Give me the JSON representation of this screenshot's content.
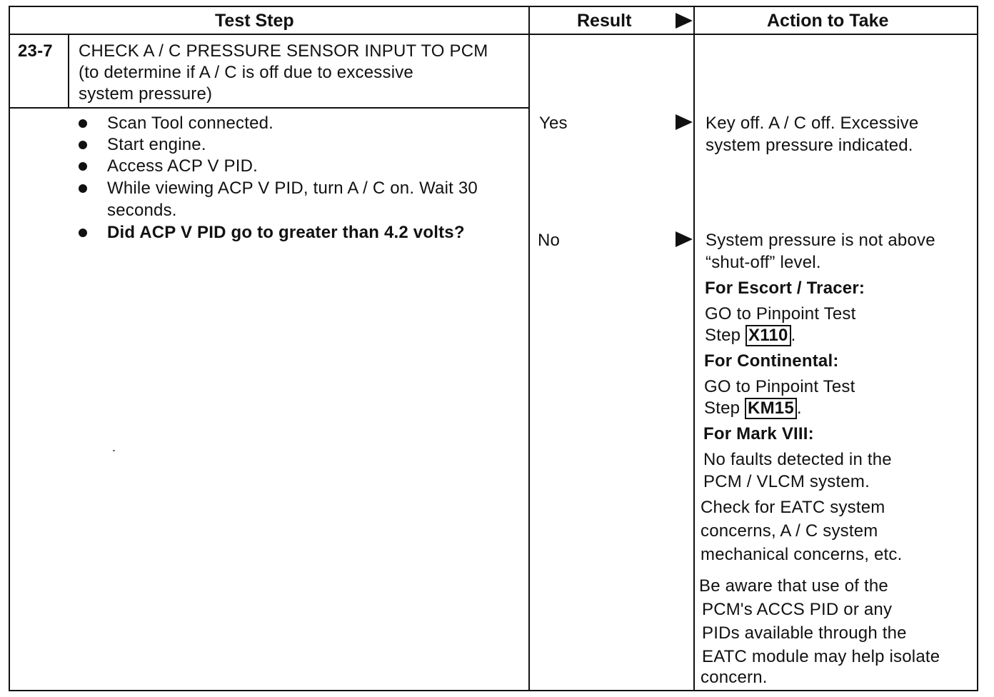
{
  "header": {
    "test_step": "Test Step",
    "result": "Result",
    "action": "Action to Take"
  },
  "step": {
    "number": "23-7",
    "title_lines": [
      "CHECK A / C PRESSURE SENSOR INPUT TO PCM",
      "(to determine if A / C is off due to excessive",
      "system pressure)"
    ],
    "bullets": [
      "Scan Tool connected.",
      "Start engine.",
      "Access ACP V PID.",
      "While viewing ACP V PID, turn A / C on. Wait 30",
      "Did ACP V PID go to greater than 4.2 volts?"
    ],
    "bullet_continuation": "seconds."
  },
  "results": {
    "yes": "Yes",
    "no": "No"
  },
  "actions": {
    "yes_lines": [
      "Key off. A / C off. Excessive",
      "system pressure indicated."
    ],
    "no_lines": [
      "System pressure is not above",
      "“shut-off” level."
    ],
    "escort_heading": "For Escort / Tracer:",
    "escort_goto": "GO to Pinpoint Test",
    "escort_step_prefix": "Step",
    "escort_step_code": "X110",
    "continental_heading": "For Continental:",
    "continental_goto": "GO to Pinpoint Test",
    "continental_step_prefix": "Step",
    "continental_step_code": "KM15",
    "mark_heading": "For Mark VIII:",
    "mark_lines": [
      "No faults detected in the",
      "PCM / VLCM system."
    ],
    "check_lines": [
      "Check for EATC system",
      "concerns, A / C system",
      "mechanical concerns, etc."
    ],
    "aware_lines": [
      "Be  aware that use of the",
      "PCM's  ACCS PID or any",
      "PIDs available  through the",
      "EATC module may help isolate",
      "concern."
    ],
    "period": "."
  }
}
